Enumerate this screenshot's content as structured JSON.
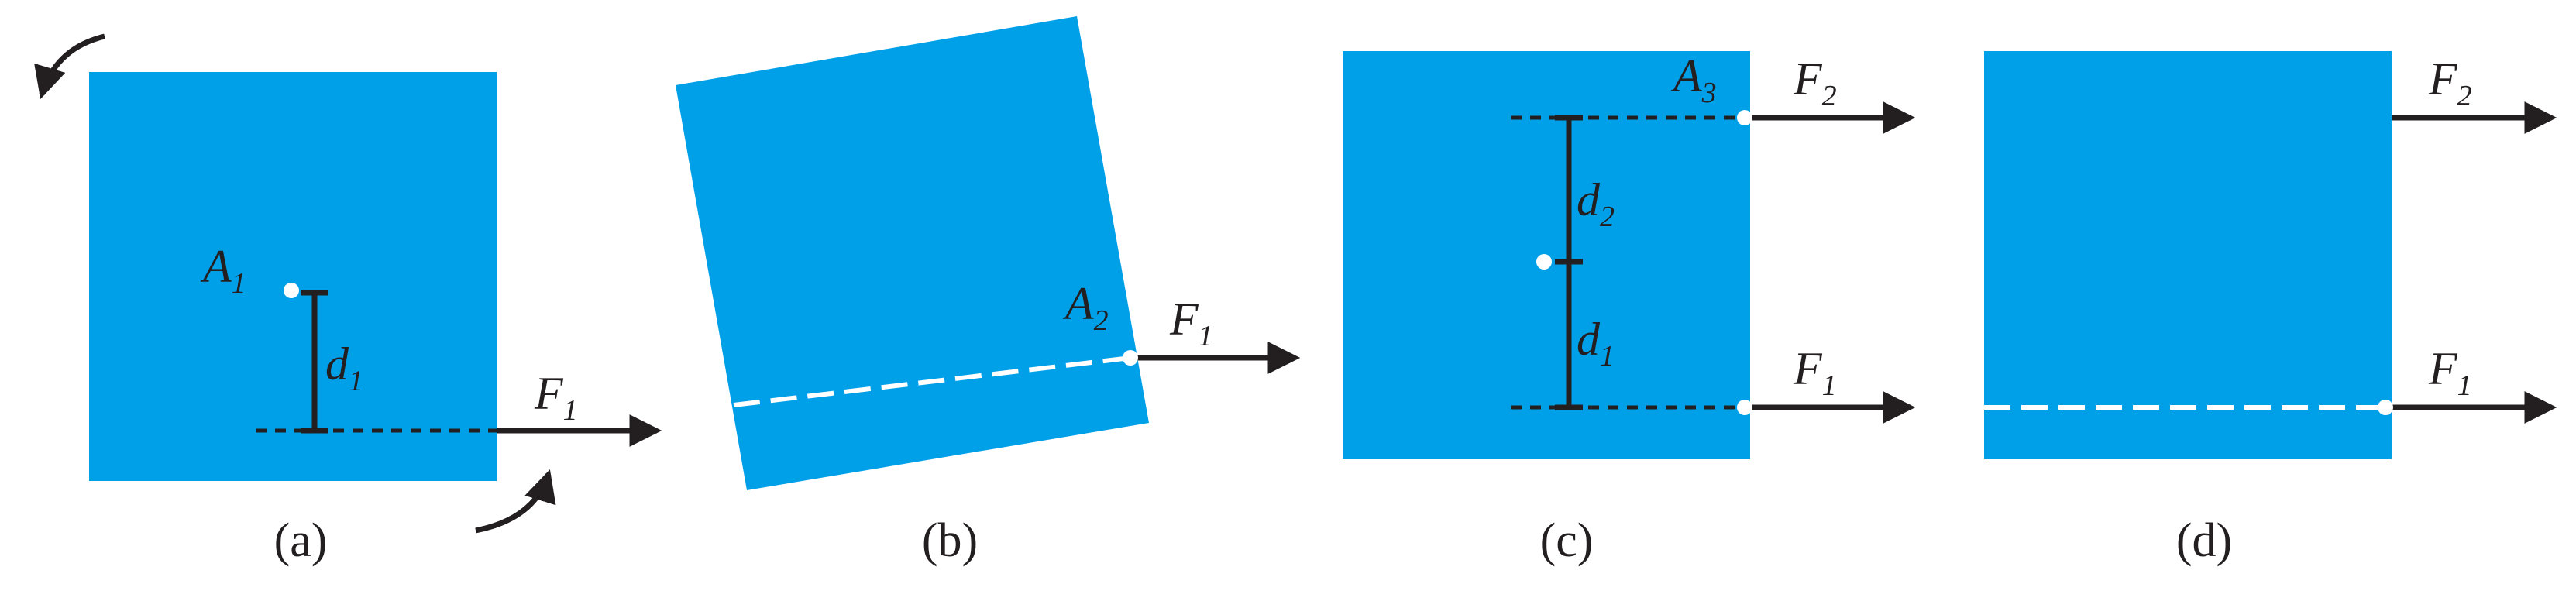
{
  "colors": {
    "block": "#00a0e9",
    "ink": "#231f20",
    "point": "#ffffff"
  },
  "panels": [
    {
      "caption": "(a)"
    },
    {
      "caption": "(b)"
    },
    {
      "caption": "(c)"
    },
    {
      "caption": "(d)"
    }
  ],
  "labels": {
    "force": "F",
    "point": "A",
    "distance": "d",
    "sub_1": "1",
    "sub_2": "2",
    "sub_3": "3"
  }
}
